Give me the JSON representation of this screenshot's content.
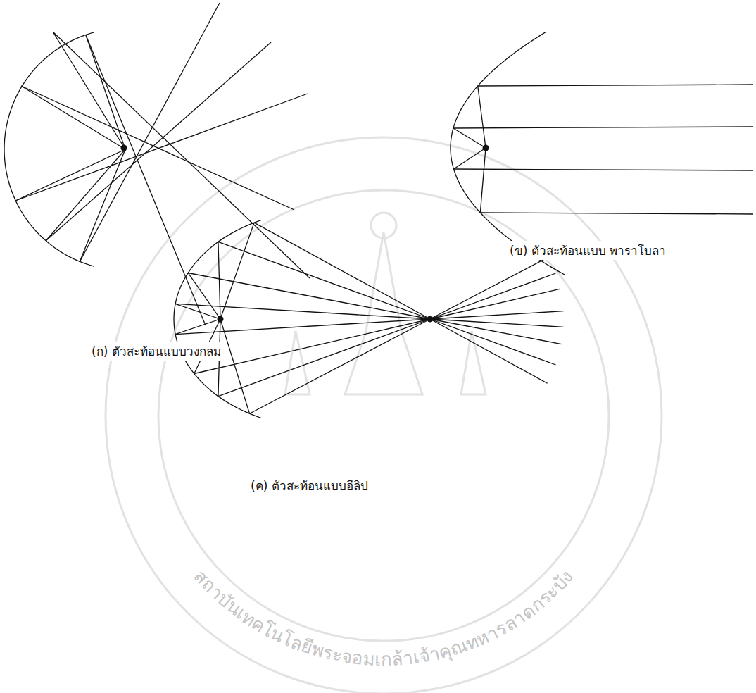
{
  "diagram": {
    "labels": [
      "(ก) ตัวสะท้อนแบบวงกลม",
      "(ข) ตัวสะท้อนแบบ พาราโบลา",
      "(ค) ตัวสะท้อนแบบอีลิป",
      "สถาบันเทคโนโลยีพระจอมเกล้าเจ้าคุณทหารลาดกระบัง"
    ]
  }
}
